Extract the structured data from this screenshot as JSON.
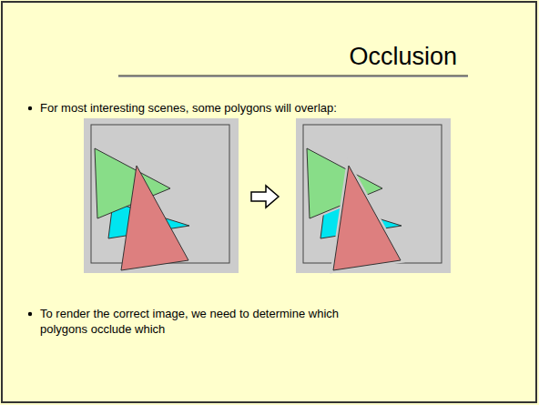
{
  "diagram": {
    "title": "Occlusion",
    "labels": [
      "For most interesting scenes, some polygons will overlap:",
      "To render the correct image, we need to determine which polygons occlude which"
    ]
  }
}
